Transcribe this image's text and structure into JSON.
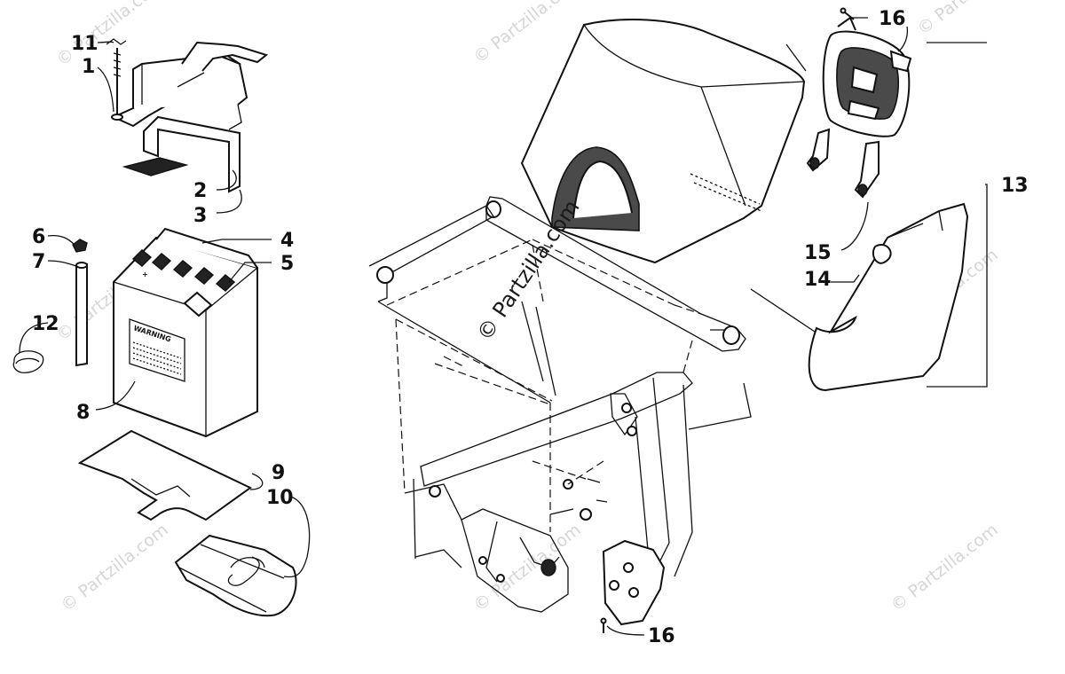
{
  "watermark": {
    "text": "© Partzilla.com",
    "center_text": "© Partzilla.com"
  },
  "battery": {
    "warning_label": "WARNING",
    "terminal_mark": "+"
  },
  "callouts": {
    "c1": "1",
    "c2": "2",
    "c3": "3",
    "c4": "4",
    "c5": "5",
    "c6": "6",
    "c7": "7",
    "c8": "8",
    "c9": "9",
    "c10": "10",
    "c11": "11",
    "c12": "12",
    "c13": "13",
    "c14": "14",
    "c15": "15",
    "c16_top": "16",
    "c16_bottom": "16"
  },
  "colors": {
    "ink": "#111111",
    "watermark": "#d6d6d6",
    "background": "#ffffff"
  }
}
